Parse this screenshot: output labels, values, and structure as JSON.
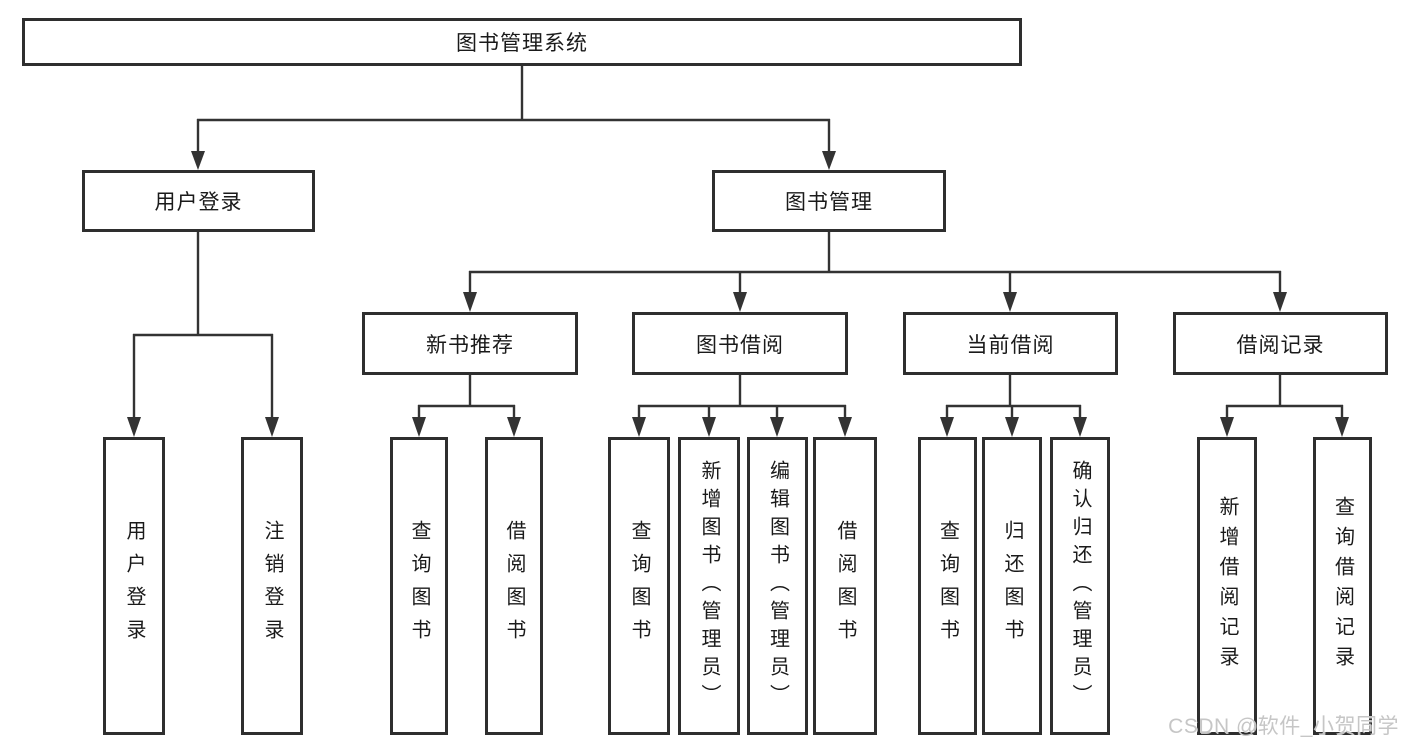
{
  "diagram": {
    "type": "functional-hierarchy-tree",
    "colors": {
      "line": "#333333",
      "box_border": "#2e2e2e",
      "box_fill": "#ffffff",
      "text": "#1a1a1a",
      "watermark": "#c6c6c6",
      "background": "#ffffff"
    },
    "watermark": "CSDN @软件_小贺同学",
    "nodes": {
      "root": "图书管理系统",
      "user_login": "用户登录",
      "book_mgmt": "图书管理",
      "new_book_rec": "新书推荐",
      "book_borrow": "图书借阅",
      "current_borrow": "当前借阅",
      "borrow_records": "借阅记录",
      "leaf_user_login": "用户登录",
      "leaf_logout": "注销登录",
      "nbr_query_books": "查询图书",
      "nbr_borrow_books": "借阅图书",
      "bb_query_books": "查询图书",
      "bb_add_books": "新增图书（管理员）",
      "bb_edit_books": "编辑图书（管理员）",
      "bb_borrow_books": "借阅图书",
      "cb_query_books": "查询图书",
      "cb_return_books": "归还图书",
      "cb_confirm_return": "确认归还（管理员）",
      "br_add_record": "新增借阅记录",
      "br_query_record": "查询借阅记录"
    },
    "edges": [
      {
        "from": "root",
        "to": [
          "user_login",
          "book_mgmt"
        ]
      },
      {
        "from": "user_login",
        "to": [
          "leaf_user_login",
          "leaf_logout"
        ]
      },
      {
        "from": "book_mgmt",
        "to": [
          "new_book_rec",
          "book_borrow",
          "current_borrow",
          "borrow_records"
        ]
      },
      {
        "from": "new_book_rec",
        "to": [
          "nbr_query_books",
          "nbr_borrow_books"
        ]
      },
      {
        "from": "book_borrow",
        "to": [
          "bb_query_books",
          "bb_add_books",
          "bb_edit_books",
          "bb_borrow_books"
        ]
      },
      {
        "from": "current_borrow",
        "to": [
          "cb_query_books",
          "cb_return_books",
          "cb_confirm_return"
        ]
      },
      {
        "from": "borrow_records",
        "to": [
          "br_add_record",
          "br_query_record"
        ]
      }
    ]
  }
}
